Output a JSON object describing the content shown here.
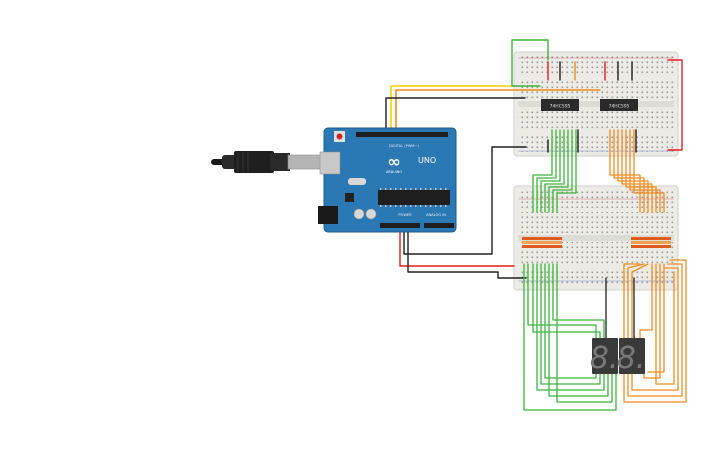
{
  "arduino": {
    "brand": "ARDUINO",
    "model": "UNO",
    "logo_text": "∞",
    "header_digital": "DIGITAL (PWM~)",
    "header_power": "POWER",
    "header_analog": "ANALOG IN",
    "board_color": "#2a78b4",
    "chip_color": "#1e1e1e"
  },
  "breadboards": [
    {
      "id": "top",
      "chips": [
        {
          "label": "74HC595"
        },
        {
          "label": "74HC595"
        }
      ]
    },
    {
      "id": "bottom",
      "resistor_banks": 2
    }
  ],
  "displays": {
    "digits": [
      "8.",
      "8."
    ],
    "color": "#3a3a3a"
  },
  "wire_colors": {
    "green": "#3cb43c",
    "orange": "#f08c1e",
    "red": "#e01e1e",
    "black": "#202020",
    "yellow": "#f5d200"
  },
  "icons": {
    "usb": "usb-cable-icon",
    "reset": "reset-button-icon"
  }
}
